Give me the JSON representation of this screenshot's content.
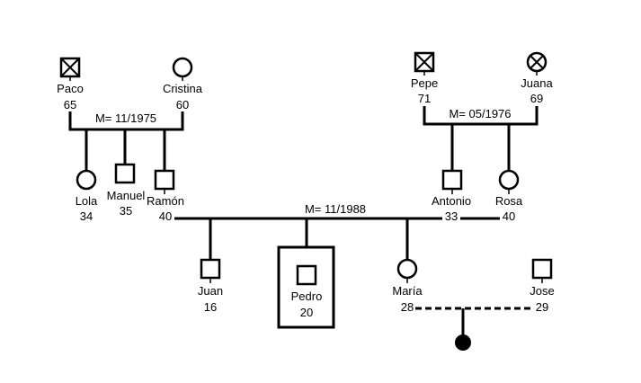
{
  "people": {
    "paco": {
      "name": "Paco",
      "age": "65"
    },
    "cristina": {
      "name": "Cristina",
      "age": "60"
    },
    "pepe": {
      "name": "Pepe",
      "age": "71"
    },
    "juana": {
      "name": "Juana",
      "age": "69"
    },
    "lola": {
      "name": "Lola",
      "age": "34"
    },
    "manuel": {
      "name": "Manuel",
      "age": "35"
    },
    "ramon": {
      "name": "Ramón",
      "age": "40"
    },
    "antonio": {
      "name": "Antonio",
      "age": "33"
    },
    "rosa": {
      "name": "Rosa",
      "age": "40"
    },
    "juan": {
      "name": "Juan",
      "age": "16"
    },
    "pedro": {
      "name": "Pedro",
      "age": "20"
    },
    "maria": {
      "name": "María",
      "age": "28"
    },
    "jose": {
      "name": "Jose",
      "age": "29"
    }
  },
  "marriages": {
    "paco_cristina": "M= 11/1975",
    "pepe_juana": "M= 05/1976",
    "ramon_rosa": "M= 11/1988"
  }
}
